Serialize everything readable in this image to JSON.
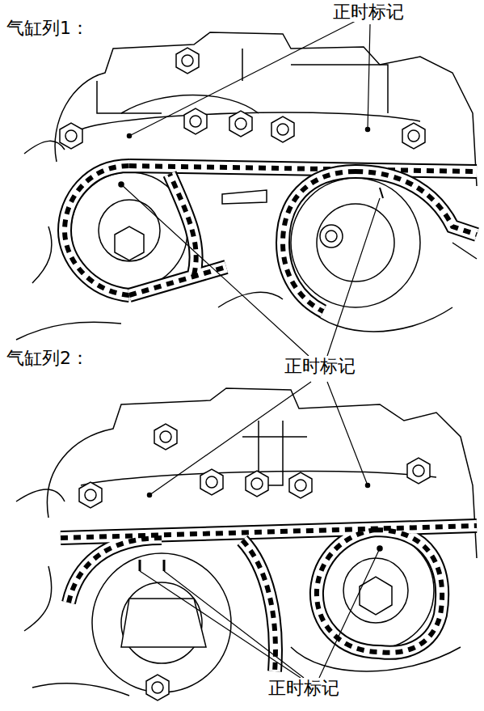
{
  "diagram": {
    "labels": [
      "气缸列1：",
      "正时标记",
      "正时标记",
      "气缸列2：",
      "正时标记"
    ]
  }
}
